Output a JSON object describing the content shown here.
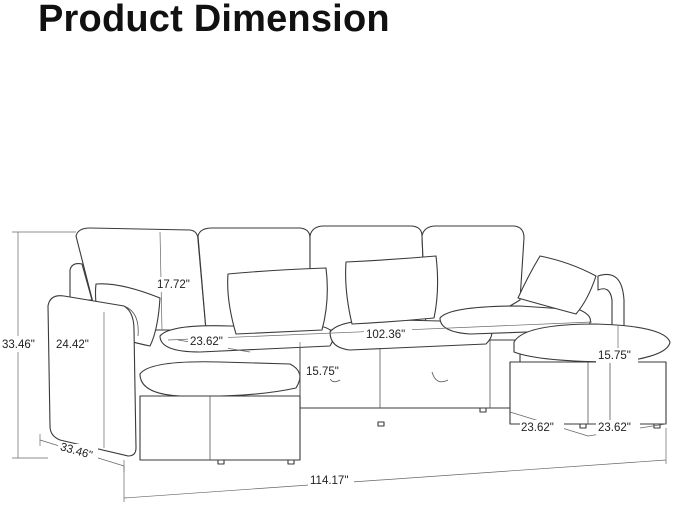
{
  "title": "Product Dimension",
  "dimensions": {
    "overall_height": "33.46\"",
    "arm_height": "24.42\"",
    "back_height": "17.72\"",
    "seat_depth": "23.62\"",
    "seat_height_left": "15.75\"",
    "seat_width": "102.36\"",
    "ottoman_height": "15.75\"",
    "ottoman_depth": "23.62\"",
    "ottoman_width": "23.62\"",
    "arm_depth": "33.46\"",
    "overall_width": "114.17\""
  }
}
